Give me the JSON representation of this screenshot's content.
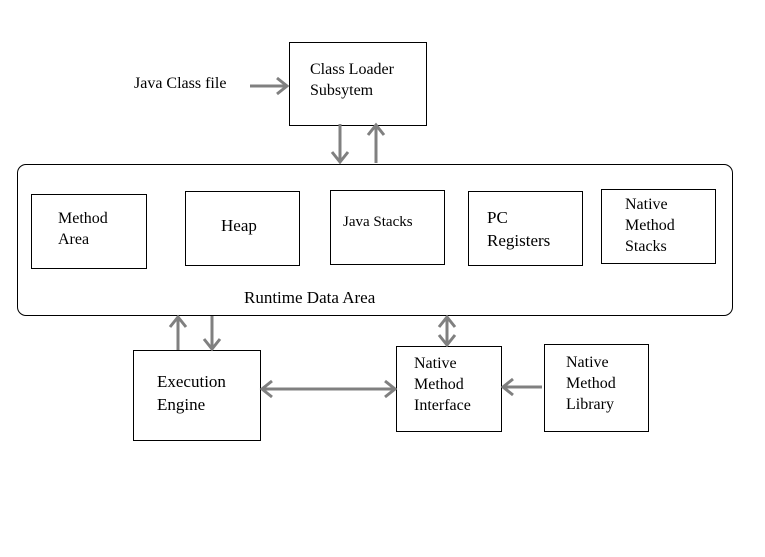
{
  "input": {
    "label": "Java Class file"
  },
  "class_loader": {
    "lines": [
      "Class Loader",
      "Subsytem"
    ]
  },
  "runtime": {
    "title": "Runtime Data Area",
    "areas": {
      "method_area": {
        "lines": [
          "Method",
          "Area"
        ]
      },
      "heap": {
        "lines": [
          "Heap"
        ]
      },
      "java_stacks": {
        "lines": [
          "Java Stacks"
        ]
      },
      "pc_registers": {
        "lines": [
          "PC",
          "Registers"
        ]
      },
      "native_method_stacks": {
        "lines": [
          "Native",
          "Method",
          "Stacks"
        ]
      }
    }
  },
  "execution_engine": {
    "lines": [
      "Execution",
      "Engine"
    ]
  },
  "native_interface": {
    "lines": [
      "Native",
      "Method",
      "Interface"
    ]
  },
  "native_library": {
    "lines": [
      "Native",
      "Method",
      "Library"
    ]
  },
  "colors": {
    "arrow": "#808080",
    "border": "#000000",
    "text": "#000000"
  }
}
